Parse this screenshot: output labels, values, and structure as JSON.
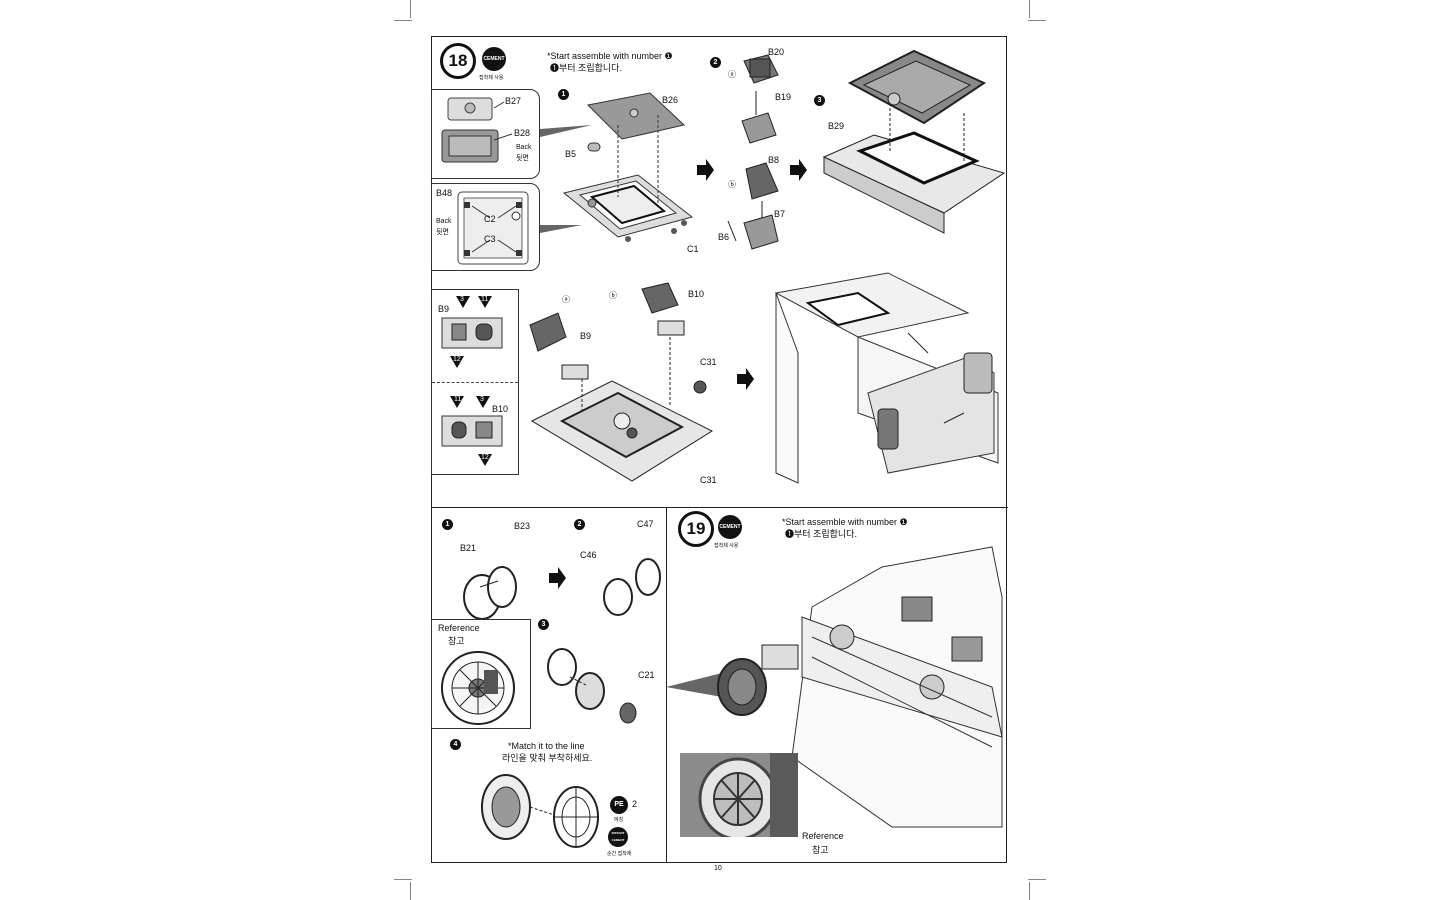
{
  "step18": {
    "number": "18",
    "cement_label": "CEMENT",
    "cement_caption": "접착제 사용",
    "note_en": "*Start assemble with number ❶",
    "note_ko": "❶부터 조립합니다.",
    "sub_numbers": [
      "1",
      "2",
      "3"
    ],
    "parts": {
      "b27": "B27",
      "b28": "B28",
      "back_en": "Back",
      "back_ko": "뒷면",
      "b48": "B48",
      "c2": "C2",
      "c3": "C3",
      "b26": "B26",
      "b5": "B5",
      "c1": "C1",
      "b20": "B20",
      "b19": "B19",
      "b8": "B8",
      "b7": "B7",
      "b6": "B6",
      "a": "ⓐ",
      "b": "ⓑ",
      "b29": "B29",
      "b9": "B9",
      "b10": "B10",
      "c31": "C31",
      "tri3": "3",
      "tri11": "11",
      "tri12": "12"
    }
  },
  "substep": {
    "numbers": [
      "1",
      "2",
      "3",
      "4"
    ],
    "parts": {
      "b21": "B21",
      "b23": "B23",
      "c47": "C47",
      "c46": "C46",
      "c21": "C21"
    },
    "reference_en": "Reference",
    "reference_ko": "참고",
    "match_en": "*Match it to the line",
    "match_ko": "라인을 맞춰 부착하세요.",
    "pe_label": "PE",
    "pe_qty": "2",
    "pe_caption": "에칭",
    "instant_label": "INSTANT CEMENT",
    "instant_caption": "순간 접착제"
  },
  "step19": {
    "number": "19",
    "cement_label": "CEMENT",
    "cement_caption": "접착제 사용",
    "note_en": "*Start assemble with number ❶",
    "note_ko": "❶부터 조립합니다.",
    "reference_en": "Reference",
    "reference_ko": "참고"
  },
  "page_number": "10"
}
